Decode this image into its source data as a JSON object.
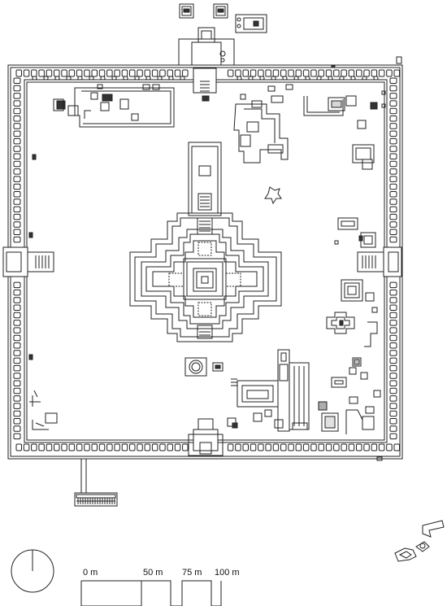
{
  "scale_bar": {
    "labels": [
      "0 m",
      "50 m",
      "75 m",
      "100 m"
    ]
  },
  "colors": {
    "stroke": "#222222",
    "fill": "#ffffff",
    "dark": "#333333"
  }
}
